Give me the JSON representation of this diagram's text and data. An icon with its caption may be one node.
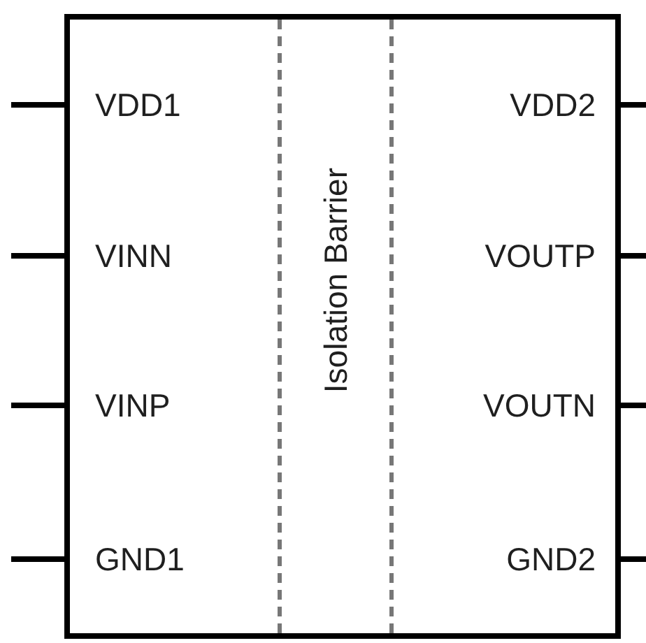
{
  "diagram": {
    "labels": [
      "VDD1",
      "VDD2",
      "VINN",
      "VOUTP",
      "VINP",
      "VOUTN",
      "GND1",
      "GND2",
      "Isolation Barrier"
    ]
  }
}
